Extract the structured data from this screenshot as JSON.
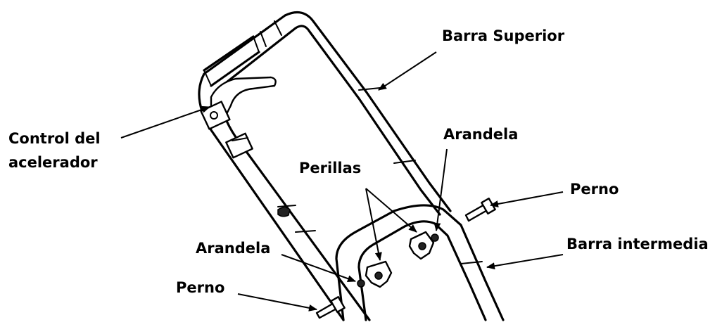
{
  "labels": {
    "barra_superior": "Barra Superior",
    "control_acelerador_1": "Control del",
    "control_acelerador_2": "acelerador",
    "arandela_right": "Arandela",
    "perillas": "Perillas",
    "perno_right": "Perno",
    "barra_intermedia": "Barra intermedia",
    "arandela_left": "Arandela",
    "perno_left": "Perno"
  }
}
